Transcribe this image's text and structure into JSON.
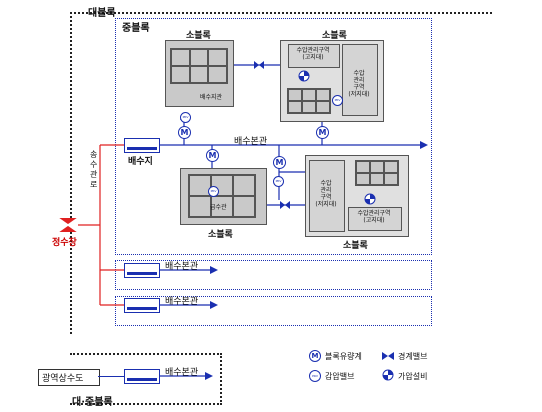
{
  "labels": {
    "large_block": "대블록",
    "medium_block": "중블록",
    "small_block": "소블록",
    "reservoir_mid": "배수지관",
    "supply_pipe": "급수관",
    "main_pipe": "배수본관",
    "reservoir": "배수지",
    "transmission_pipe": "송수관로",
    "purification_plant": "정수장",
    "wide_area_water": "광역상수도",
    "large_medium_block": "대·중블록",
    "zone_high": "수압관리구역\n(고지대)",
    "zone_low": "수압관리구역\n(저지대)",
    "zone_low_vertical": "수압\n관리\n구역\n(저지대)"
  },
  "legend": {
    "flow_meter": "블록유량계",
    "boundary_valve": "경계밸브",
    "prv": "감압밸브",
    "booster": "가압설비"
  },
  "icons": {
    "flow_meter": "M",
    "prv": "PRV"
  },
  "colors": {
    "pipe": "#1a2fb0",
    "transmission": "#e02020",
    "block_fill": "#c9c9c9"
  }
}
